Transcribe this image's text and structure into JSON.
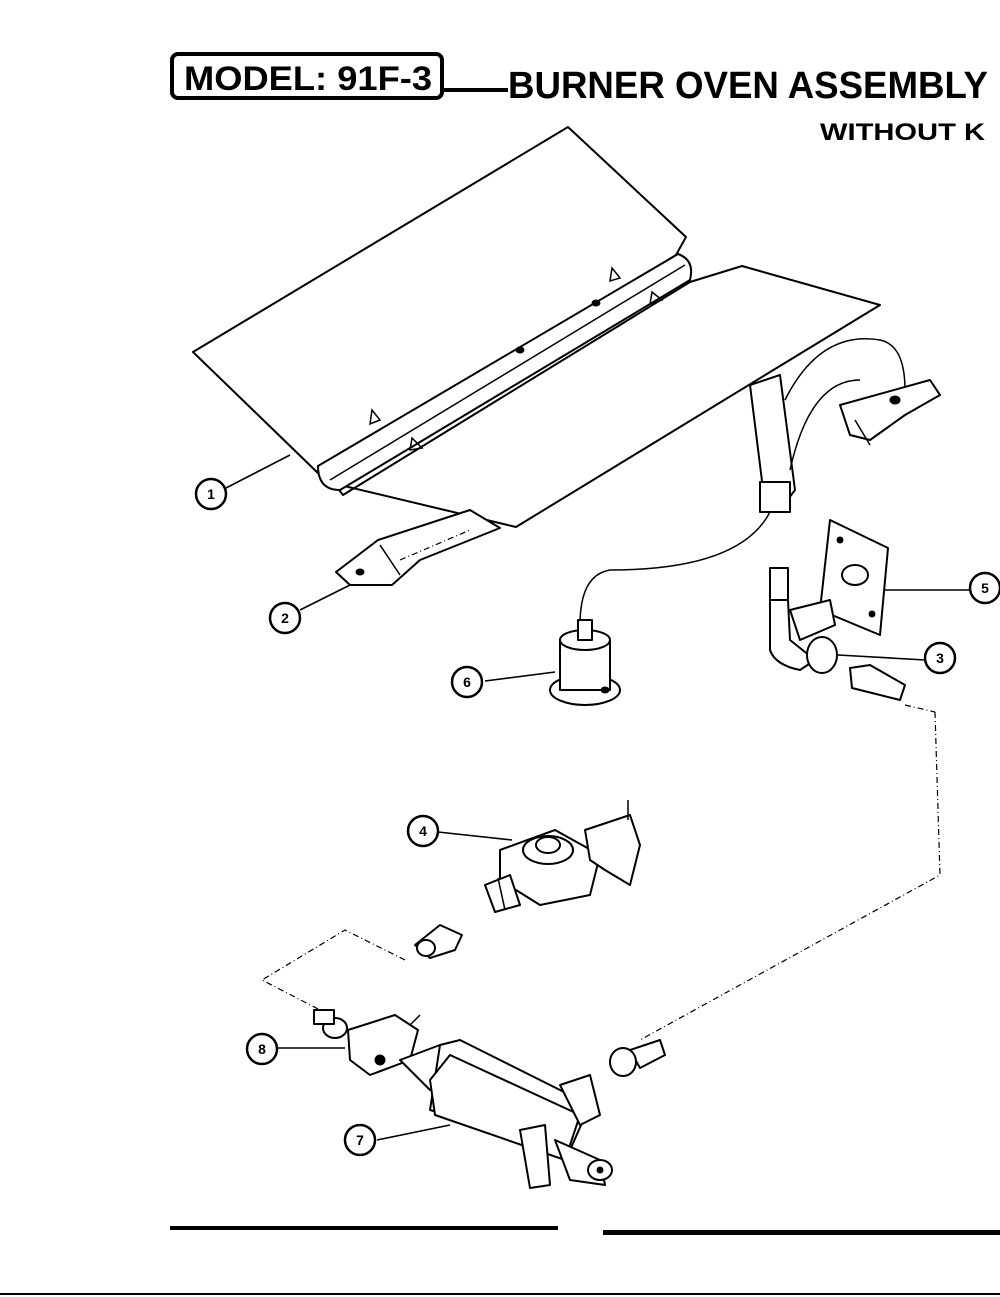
{
  "header": {
    "model_label": "MODEL: 91F-3",
    "title": "BURNER OVEN ASSEMBLY",
    "subtitle": "WITHOUT K"
  },
  "callouts": [
    "1",
    "2",
    "3",
    "4",
    "5",
    "6",
    "7",
    "8"
  ]
}
